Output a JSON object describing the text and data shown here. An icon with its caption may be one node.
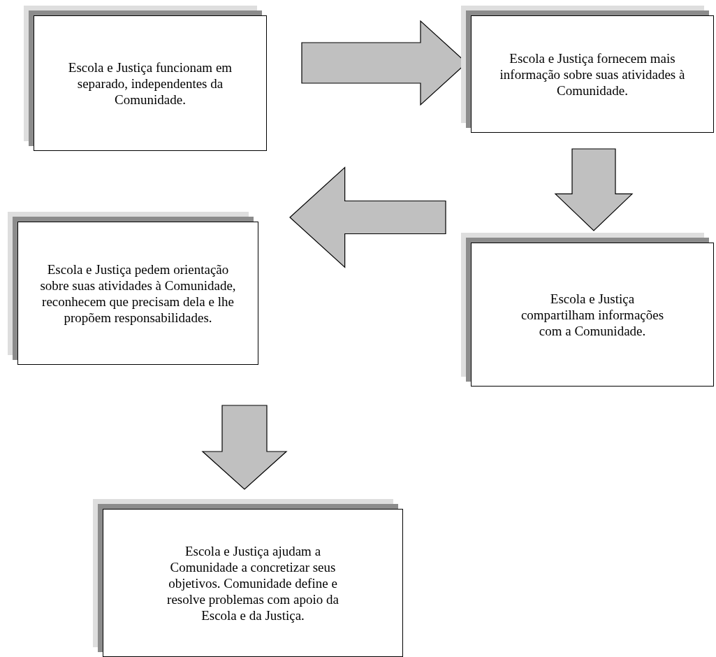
{
  "diagram": {
    "nodes": [
      {
        "text": [
          "Escola e Justiça funcionam em separado, independentes da Comunidade."
        ]
      },
      {
        "text": [
          "Escola e Justiça fornecem mais informação sobre suas atividades à Comunidade."
        ]
      },
      {
        "text": [
          "Escola e Justiça pedem orientação sobre suas atividades à Comunidade, reconhecem que precisam dela e lhe propõem responsabilidades."
        ]
      },
      {
        "text": [
          "Escola e Justiça compartilham informações com a Comunidade."
        ]
      },
      {
        "text": [
          "Escola e Justiça ajudam a Comunidade a concretizar seus objetivos. Comunidade define e resolve problemas com apoio da Escola e da Justiça."
        ]
      }
    ],
    "edges": [
      {
        "from": 0,
        "to": 1,
        "arrow": "to"
      },
      {
        "from": 1,
        "to": 3,
        "arrow": "to"
      },
      {
        "from": 3,
        "to": 2,
        "arrow": "to"
      },
      {
        "from": 2,
        "to": 4,
        "arrow": "to"
      }
    ]
  }
}
